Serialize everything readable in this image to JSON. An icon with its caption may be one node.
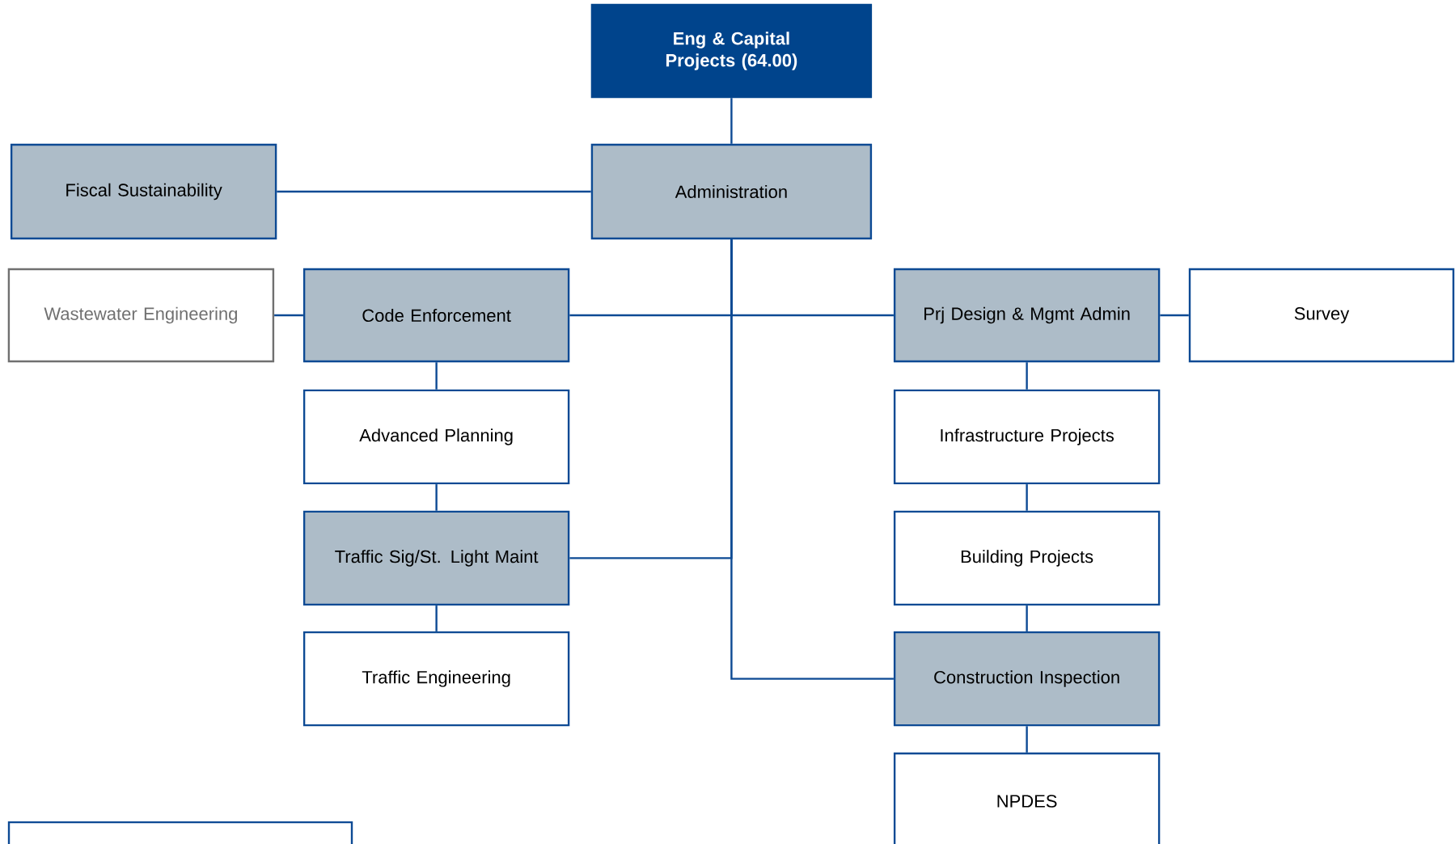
{
  "diagram": {
    "nodes": [
      {
        "text": [
          "Eng & Capital Projects (64.00)"
        ]
      },
      {
        "text": [
          "Fiscal Sustainability"
        ]
      },
      {
        "text": [
          "Administration"
        ]
      },
      {
        "text": [
          "Wastewater Engineering"
        ]
      },
      {
        "text": [
          "Code Enforcement"
        ]
      },
      {
        "text": [
          "Prj Design & Mgmt Admin"
        ]
      },
      {
        "text": [
          "Survey"
        ]
      },
      {
        "text": [
          "Advanced Planning"
        ]
      },
      {
        "text": [
          "Infrastructure Projects"
        ]
      },
      {
        "text": [
          "Traffic Sig/St. Light Maint"
        ]
      },
      {
        "text": [
          "Building Projects"
        ]
      },
      {
        "text": [
          "Traffic Engineering"
        ]
      },
      {
        "text": [
          "Construction Inspection"
        ]
      },
      {
        "text": [
          "NPDES"
        ]
      },
      {
        "text": [],
        "shape": "box"
      }
    ],
    "edges": [
      {
        "from": 0,
        "to": 2,
        "arrow": "none"
      },
      {
        "from": 2,
        "to": 1,
        "arrow": "none"
      },
      {
        "from": 2,
        "to": 4,
        "arrow": "none"
      },
      {
        "from": 2,
        "to": 5,
        "arrow": "none"
      },
      {
        "from": 2,
        "to": 9,
        "arrow": "none"
      },
      {
        "from": 2,
        "to": 12,
        "arrow": "none"
      },
      {
        "from": 4,
        "to": 3,
        "arrow": "none"
      },
      {
        "from": 4,
        "to": 7,
        "arrow": "none"
      },
      {
        "from": 7,
        "to": 9,
        "arrow": "none"
      },
      {
        "from": 9,
        "to": 11,
        "arrow": "none"
      },
      {
        "from": 5,
        "to": 6,
        "arrow": "none"
      },
      {
        "from": 5,
        "to": 8,
        "arrow": "none"
      },
      {
        "from": 8,
        "to": 10,
        "arrow": "none"
      },
      {
        "from": 10,
        "to": 12,
        "arrow": "none"
      },
      {
        "from": 12,
        "to": 13,
        "arrow": "none"
      }
    ]
  }
}
